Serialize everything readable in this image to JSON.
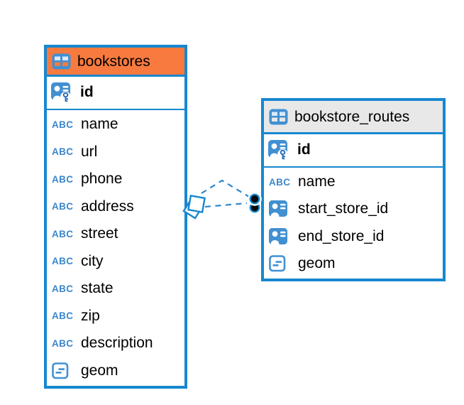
{
  "diagram": {
    "icons": {
      "abc_label": "ABC"
    },
    "colors": {
      "accent_blue": "#1787d0",
      "icon_blue": "#4190d2",
      "highlighted_header_orange": "#f87a3e",
      "header_gray": "#e8e8e8",
      "relationship_line_blue": "#2e87cc",
      "text": "#000000"
    },
    "tables": [
      {
        "name": "bookstores",
        "highlighted": true,
        "primary_key": {
          "name": "id",
          "icon": "primary-key-icon"
        },
        "fields": [
          {
            "name": "name",
            "icon": "text-abc-icon"
          },
          {
            "name": "url",
            "icon": "text-abc-icon"
          },
          {
            "name": "phone",
            "icon": "text-abc-icon"
          },
          {
            "name": "address",
            "icon": "text-abc-icon"
          },
          {
            "name": "street",
            "icon": "text-abc-icon"
          },
          {
            "name": "city",
            "icon": "text-abc-icon"
          },
          {
            "name": "state",
            "icon": "text-abc-icon"
          },
          {
            "name": "zip",
            "icon": "text-abc-icon"
          },
          {
            "name": "description",
            "icon": "text-abc-icon"
          },
          {
            "name": "geom",
            "icon": "geometry-icon"
          }
        ]
      },
      {
        "name": "bookstore_routes",
        "highlighted": false,
        "primary_key": {
          "name": "id",
          "icon": "primary-key-icon"
        },
        "fields": [
          {
            "name": "name",
            "icon": "text-abc-icon"
          },
          {
            "name": "start_store_id",
            "icon": "foreign-key-icon"
          },
          {
            "name": "end_store_id",
            "icon": "foreign-key-icon"
          },
          {
            "name": "geom",
            "icon": "geometry-icon"
          }
        ]
      }
    ],
    "relationships": [
      {
        "from_table": "bookstores",
        "to_table": "bookstore_routes",
        "style": "dashed"
      },
      {
        "from_table": "bookstores",
        "to_table": "bookstore_routes",
        "style": "dashed"
      }
    ]
  }
}
